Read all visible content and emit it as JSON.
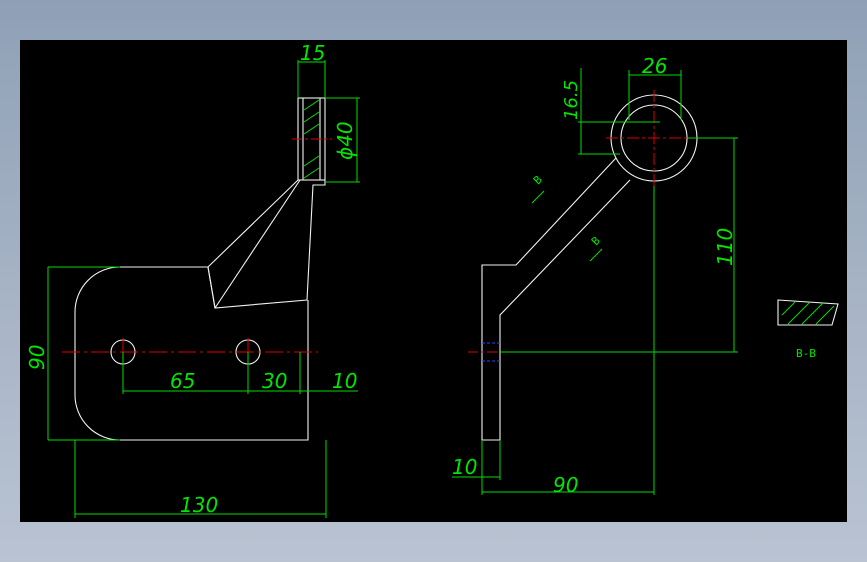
{
  "drawing": {
    "background": "#000000",
    "colors": {
      "dimension": "#00e600",
      "outline": "#f2f2f2",
      "centerline": "#e00000",
      "hidden": "#3040ff"
    },
    "left_view": {
      "dims": {
        "top_width": "15",
        "diameter": "ϕ40",
        "height": "90",
        "hole_spacing": "65",
        "hole_offset": "30",
        "edge": "10",
        "overall_width": "130"
      }
    },
    "right_view": {
      "dims": {
        "ring_top": "26",
        "ring_offset": "16.5",
        "vertical": "110",
        "thickness": "10",
        "horizontal": "90"
      },
      "section_marks": [
        "B",
        "B"
      ]
    },
    "section": {
      "label": "B-B"
    }
  }
}
